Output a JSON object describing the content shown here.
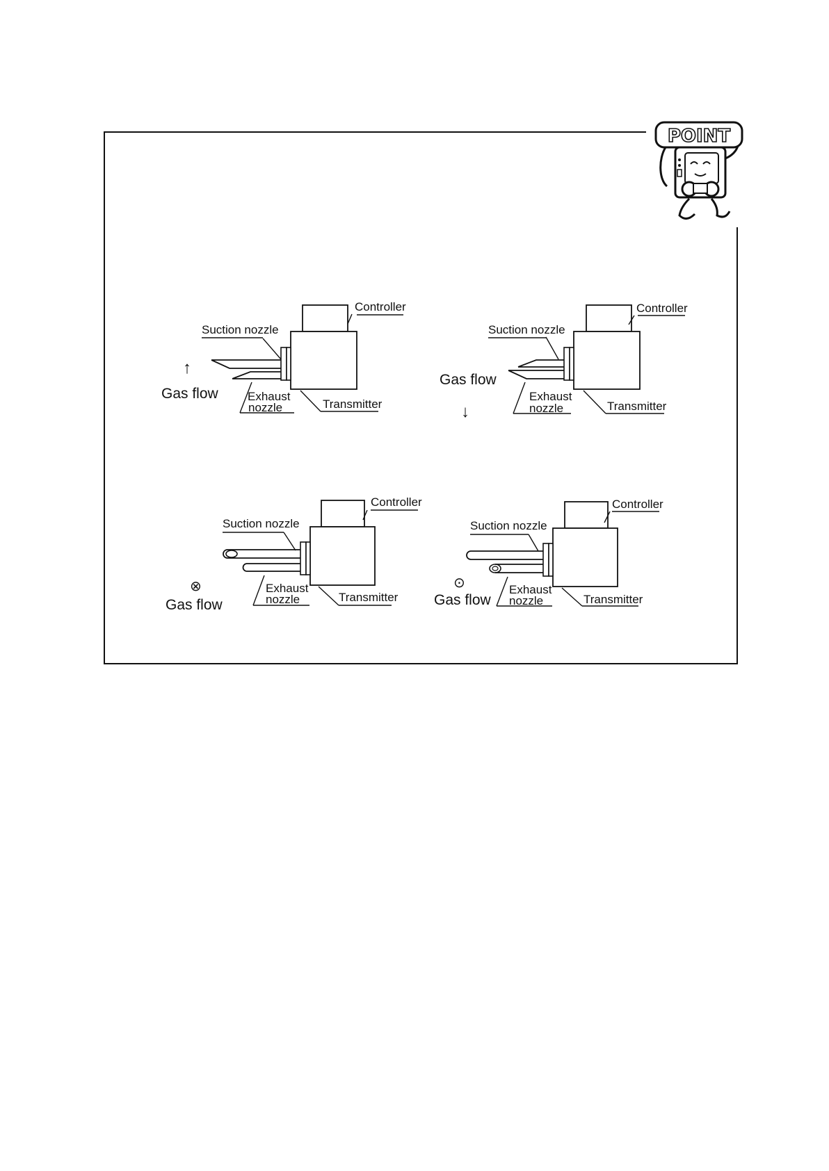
{
  "mascot": {
    "badge": "POINT"
  },
  "labels": {
    "controller": "Controller",
    "suction_nozzle": "Suction nozzle",
    "exhaust": "Exhaust",
    "nozzle": "nozzle",
    "transmitter": "Transmitter",
    "gas_flow": "Gas flow"
  },
  "symbols": {
    "arrow_up": "↑",
    "arrow_down": "↓",
    "into_page": "⊗",
    "out_of_page": "⊙"
  }
}
